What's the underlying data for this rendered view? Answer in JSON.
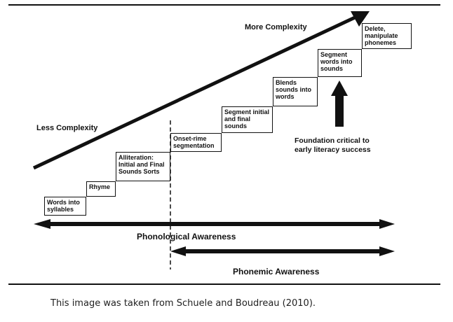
{
  "diagram": {
    "top_label": "More Complexity",
    "left_label": "Less Complexity",
    "steps": [
      "Words into syllables",
      "Rhyme",
      "Alliteration: Initial and Final Sounds Sorts",
      "Onset-rime segmentation",
      "Segment initial and final sounds",
      "Blends sounds into words",
      "Segment words into sounds",
      "Delete, manipulate phonemes"
    ],
    "foundation_note": "Foundation critical to early literacy success",
    "phonological_label": "Phonological Awareness",
    "phonemic_label": "Phonemic Awareness"
  },
  "caption": "This image was taken from Schuele and Boudreau (2010)."
}
